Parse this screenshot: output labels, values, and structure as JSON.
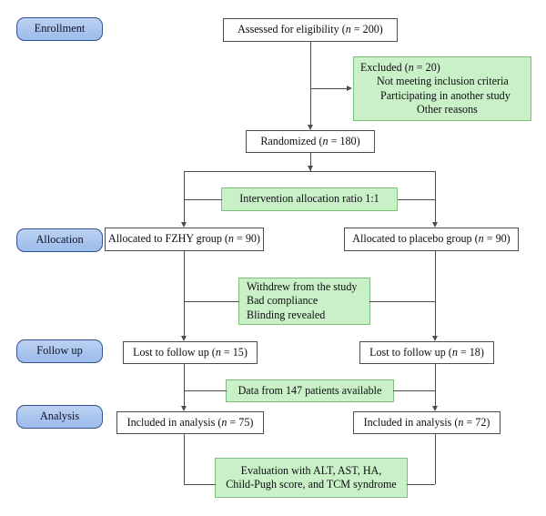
{
  "diagram": {
    "title": "CONSORT participant flow diagram",
    "colors": {
      "box_border": "#4b4b52",
      "box_fill": "#ffffff",
      "green_fill": "#c9f0c6",
      "green_border": "#7fbf7c",
      "stage_fill": "#a9c4ee",
      "stage_border": "#31538f",
      "connector": "#4b4b52"
    }
  },
  "stages": [
    {
      "label": "Enrollment"
    },
    {
      "label": "Allocation"
    },
    {
      "label": "Follow up"
    },
    {
      "label": "Analysis"
    }
  ],
  "nodes": {
    "assessed": {
      "text_prefix": "Assessed for eligibility (",
      "italic": "n",
      "text_suffix": " = 200)"
    },
    "excluded": {
      "line1_prefix": "Excluded (",
      "line1_italic": "n",
      "line1_suffix": " = 20)",
      "line2": "Not meeting inclusion criteria",
      "line3": "Participating in another study",
      "line4": "Other reasons"
    },
    "randomized": {
      "text_prefix": "Randomized (",
      "italic": "n",
      "text_suffix": " = 180)"
    },
    "allocation_ratio": {
      "text": "Intervention allocation ratio 1:1"
    },
    "allocated_fzhy": {
      "text_prefix": "Allocated to FZHY group (",
      "italic": "n",
      "text_suffix": " = 90)"
    },
    "allocated_placebo": {
      "text_prefix": "Allocated to placebo group (",
      "italic": "n",
      "text_suffix": " = 90)"
    },
    "withdrawal_reasons": {
      "line1": "Withdrew from the study",
      "line2": "Bad compliance",
      "line3": "Blinding revealed"
    },
    "lost_left": {
      "text_prefix": "Lost to follow up (",
      "italic": "n",
      "text_suffix": " = 15)"
    },
    "lost_right": {
      "text_prefix": "Lost to follow up (",
      "italic": "n",
      "text_suffix": " = 18)"
    },
    "data_available": {
      "text": "Data from 147 patients available"
    },
    "analysis_left": {
      "text_prefix": "Included in analysis (",
      "italic": "n",
      "text_suffix": " = 75)"
    },
    "analysis_right": {
      "text_prefix": "Included in analysis (",
      "italic": "n",
      "text_suffix": " = 72)"
    },
    "evaluation": {
      "line1": "Evaluation with ALT, AST, HA,",
      "line2": "Child-Pugh score, and TCM syndrome"
    }
  }
}
